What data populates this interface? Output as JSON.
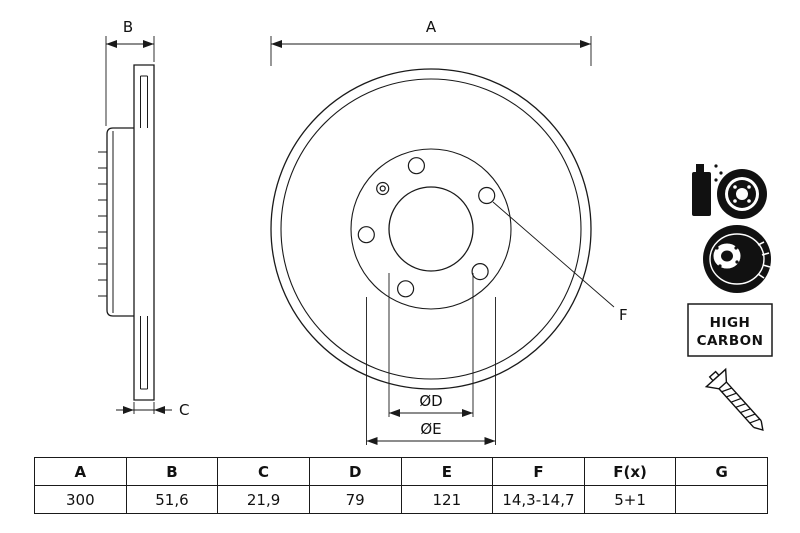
{
  "drawing": {
    "dim_labels": {
      "a": "A",
      "b": "B",
      "c": "C",
      "d": "ØD",
      "e": "ØE",
      "f": "F"
    }
  },
  "badges": {
    "high_carbon": {
      "line1": "HIGH",
      "line2": "CARBON"
    }
  },
  "spec_table": {
    "headers": [
      "A",
      "B",
      "C",
      "D",
      "E",
      "F",
      "F(x)",
      "G"
    ],
    "values": [
      "300",
      "51,6",
      "21,9",
      "79",
      "121",
      "14,3-14,7",
      "5+1",
      ""
    ]
  },
  "colors": {
    "line": "#1a1a1a",
    "background": "#ffffff"
  }
}
